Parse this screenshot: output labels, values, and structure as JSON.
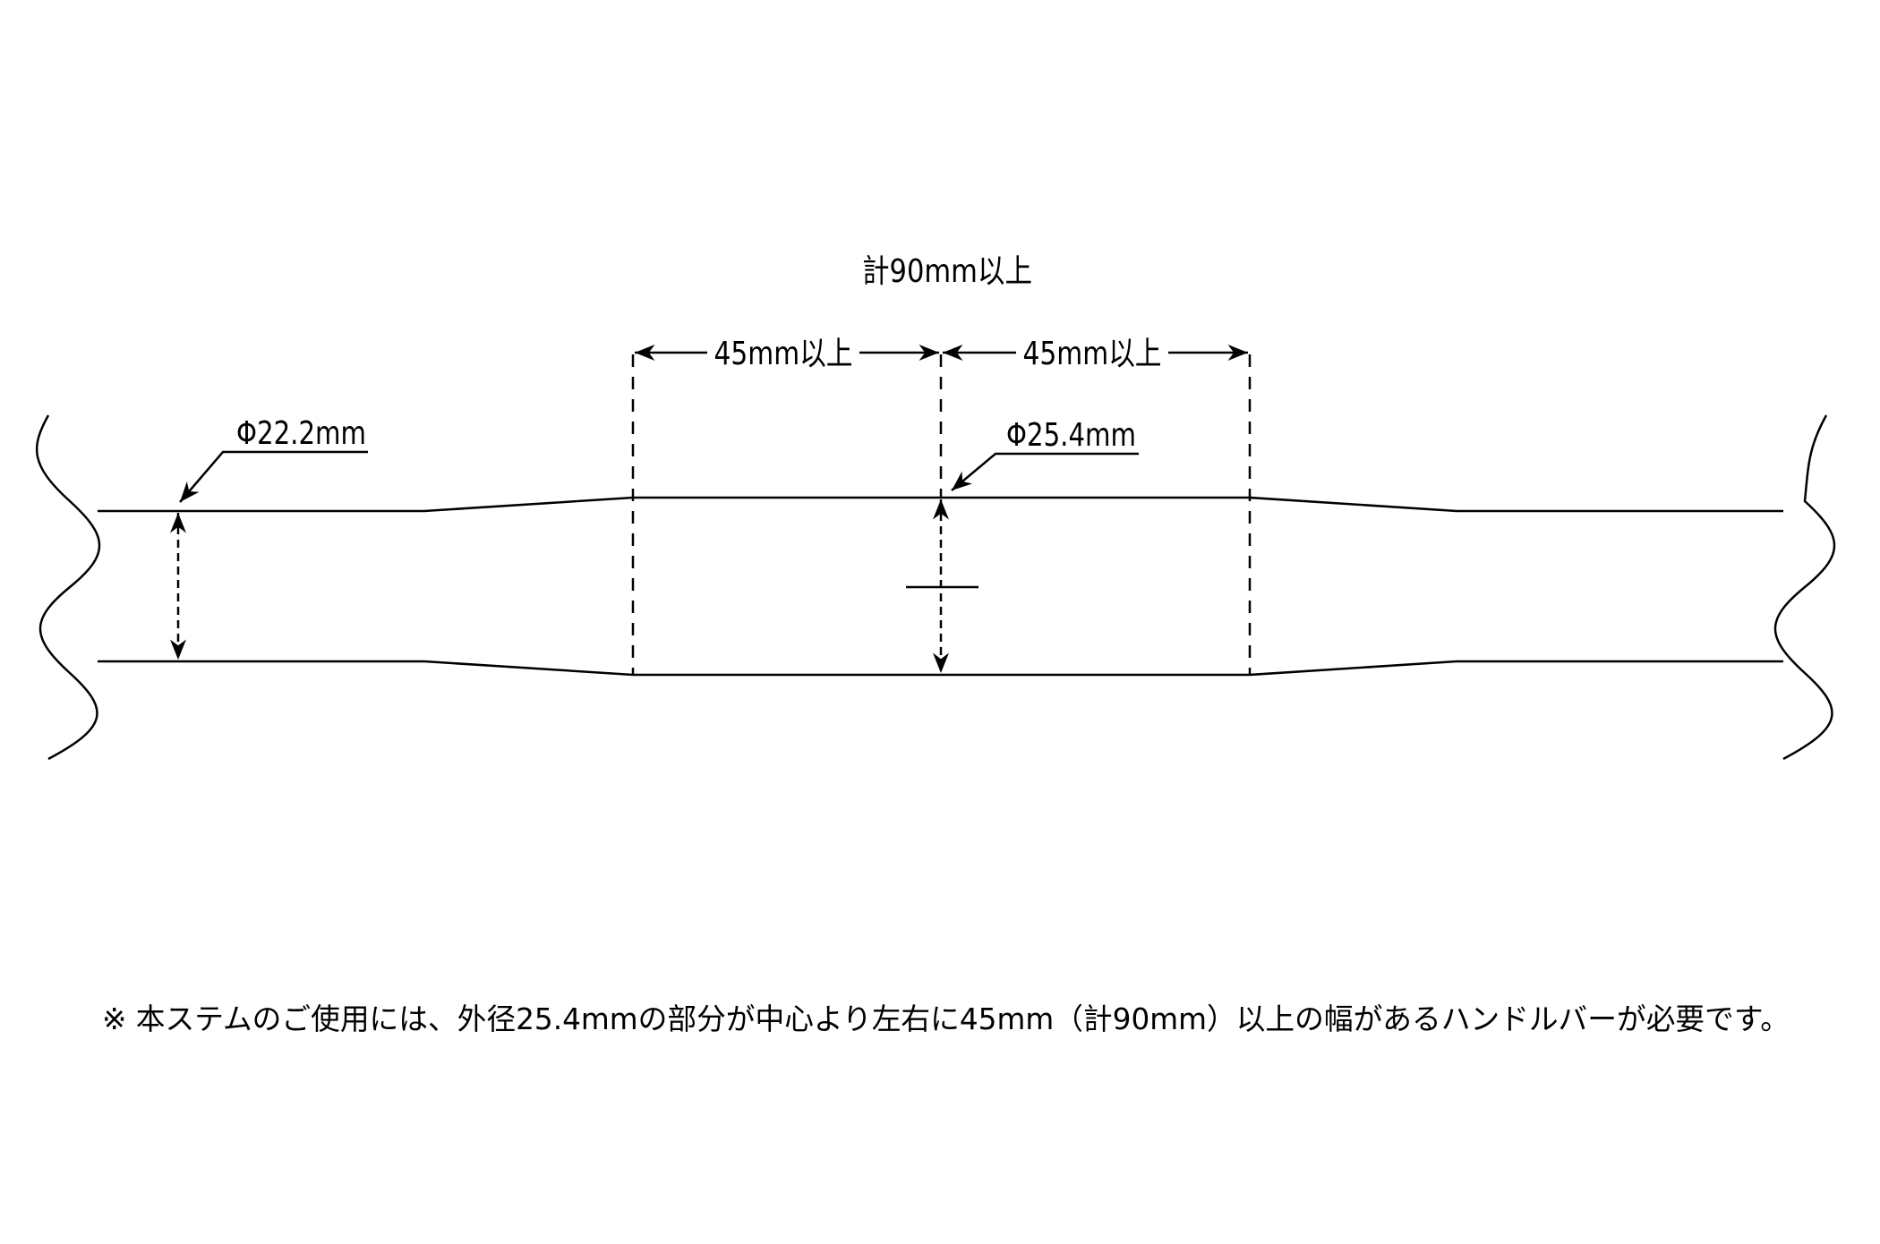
{
  "diagram": {
    "total_label": "計90mm以上",
    "left_half_label": "45mm以上",
    "right_half_label": "45mm以上",
    "small_diameter_label": "Φ22.2mm",
    "large_diameter_label": "Φ25.4mm",
    "note": "※ 本ステムのご使用には、外径25.4mmの部分が中心より左右に45mm（計90mm）以上の幅があるハンドルバーが必要です。",
    "line_color": "#000000"
  }
}
